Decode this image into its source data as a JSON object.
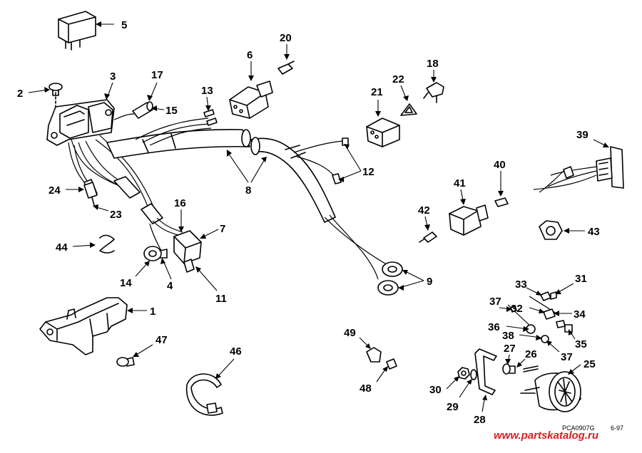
{
  "callouts": [
    {
      "id": "c1",
      "text": "1"
    },
    {
      "id": "c2",
      "text": "2"
    },
    {
      "id": "c3",
      "text": "3"
    },
    {
      "id": "c4",
      "text": "4"
    },
    {
      "id": "c5",
      "text": "5"
    },
    {
      "id": "c6",
      "text": "6"
    },
    {
      "id": "c7",
      "text": "7"
    },
    {
      "id": "c8",
      "text": "8"
    },
    {
      "id": "c9",
      "text": "9"
    },
    {
      "id": "c11",
      "text": "11"
    },
    {
      "id": "c12",
      "text": "12"
    },
    {
      "id": "c13",
      "text": "13"
    },
    {
      "id": "c14",
      "text": "14"
    },
    {
      "id": "c15",
      "text": "15"
    },
    {
      "id": "c16",
      "text": "16"
    },
    {
      "id": "c17",
      "text": "17"
    },
    {
      "id": "c18",
      "text": "18"
    },
    {
      "id": "c20",
      "text": "20"
    },
    {
      "id": "c21",
      "text": "21"
    },
    {
      "id": "c22",
      "text": "22"
    },
    {
      "id": "c23",
      "text": "23"
    },
    {
      "id": "c24",
      "text": "24"
    },
    {
      "id": "c25",
      "text": "25"
    },
    {
      "id": "c26",
      "text": "26"
    },
    {
      "id": "c27",
      "text": "27"
    },
    {
      "id": "c28",
      "text": "28"
    },
    {
      "id": "c29",
      "text": "29"
    },
    {
      "id": "c30",
      "text": "30"
    },
    {
      "id": "c31",
      "text": "31"
    },
    {
      "id": "c32",
      "text": "32"
    },
    {
      "id": "c33",
      "text": "33"
    },
    {
      "id": "c34",
      "text": "34"
    },
    {
      "id": "c35",
      "text": "35"
    },
    {
      "id": "c36",
      "text": "36"
    },
    {
      "id": "c37a",
      "text": "37"
    },
    {
      "id": "c37b",
      "text": "37"
    },
    {
      "id": "c38",
      "text": "38"
    },
    {
      "id": "c39",
      "text": "39"
    },
    {
      "id": "c40",
      "text": "40"
    },
    {
      "id": "c41",
      "text": "41"
    },
    {
      "id": "c42",
      "text": "42"
    },
    {
      "id": "c43",
      "text": "43"
    },
    {
      "id": "c44",
      "text": "44"
    },
    {
      "id": "c46",
      "text": "46"
    },
    {
      "id": "c47",
      "text": "47"
    },
    {
      "id": "c48",
      "text": "48"
    },
    {
      "id": "c49",
      "text": "49"
    }
  ],
  "footer": {
    "code": "PCA0907G",
    "date": "6-97",
    "website": "www.partskatalog.ru"
  },
  "colors": {
    "ink": "#000000",
    "background": "#ffffff",
    "watermark": "#d62020"
  }
}
